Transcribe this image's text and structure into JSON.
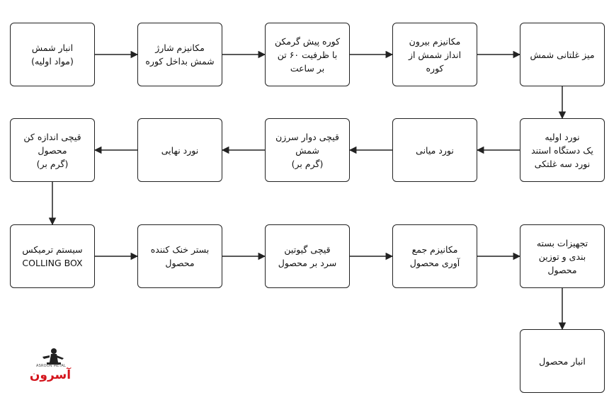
{
  "nodes": [
    {
      "id": "n1",
      "label": "انبار شمش\n(مواد اولیه)"
    },
    {
      "id": "n2",
      "label": "مکانیزم شارژ\nشمش بداخل کوره"
    },
    {
      "id": "n3",
      "label": "کوره پیش گرمکن\nبا ظرفیت ۶۰ تن\nبر ساعت"
    },
    {
      "id": "n4",
      "label": "مکانیزم بیرون\nانداز شمش از\nکوره"
    },
    {
      "id": "n5",
      "label": "میز غلتانی شمش"
    },
    {
      "id": "n6",
      "label": "نورد اولیه\nیک دستگاه استند\nنورد سه غلتکی"
    },
    {
      "id": "n7",
      "label": "نورد میانی"
    },
    {
      "id": "n8",
      "label": "قیچی دوار سرزن\nشمش\n(گرم بر)"
    },
    {
      "id": "n9",
      "label": "نورد نهایی"
    },
    {
      "id": "n10",
      "label": "قیچی اندازه کن\nمحصول\n(گرم بر)"
    },
    {
      "id": "n11",
      "label": "سیستم ترمیکس\nCOLLING BOX"
    },
    {
      "id": "n12",
      "label": "بستر خنک کننده\nمحصول"
    },
    {
      "id": "n13",
      "label": "قیچی گیوتین\nسرد بر محصول"
    },
    {
      "id": "n14",
      "label": "مکانیزم جمع\nآوری محصول"
    },
    {
      "id": "n15",
      "label": "تجهیزات بسته\nبندی و توزین\nمحصول"
    },
    {
      "id": "n16",
      "label": "انبار محصول"
    }
  ],
  "edges": [
    [
      "n1",
      "n2"
    ],
    [
      "n2",
      "n3"
    ],
    [
      "n3",
      "n4"
    ],
    [
      "n4",
      "n5"
    ],
    [
      "n5",
      "n6"
    ],
    [
      "n6",
      "n7"
    ],
    [
      "n7",
      "n8"
    ],
    [
      "n8",
      "n9"
    ],
    [
      "n9",
      "n10"
    ],
    [
      "n10",
      "n11"
    ],
    [
      "n11",
      "n12"
    ],
    [
      "n12",
      "n13"
    ],
    [
      "n13",
      "n14"
    ],
    [
      "n14",
      "n15"
    ],
    [
      "n15",
      "n16"
    ]
  ],
  "logo": {
    "name": "آسرون",
    "subtext": "ASROON METAL"
  },
  "colors": {
    "border": "#222222",
    "arrow": "#222222",
    "logo": "#d4141c"
  }
}
